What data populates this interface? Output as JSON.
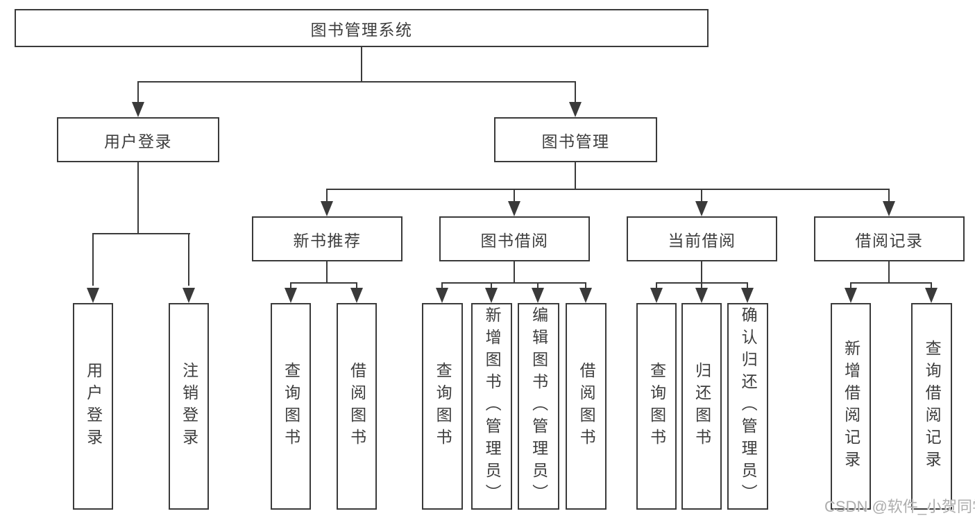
{
  "colors": {
    "line": "#3a3a3a",
    "text": "#3d3d3d",
    "bg": "#ffffff",
    "watermark": "#adadad"
  },
  "watermark": {
    "text": "CSDN @软件_小贺同学"
  },
  "tree": {
    "root": {
      "label": "图书管理系统",
      "children": [
        {
          "label": "用户登录",
          "children": [
            {
              "label": "用户登录"
            },
            {
              "label": "注销登录"
            }
          ]
        },
        {
          "label": "图书管理",
          "children": [
            {
              "label": "新书推荐",
              "children": [
                {
                  "label": "查询图书"
                },
                {
                  "label": "借阅图书"
                }
              ]
            },
            {
              "label": "图书借阅",
              "children": [
                {
                  "label": "查询图书"
                },
                {
                  "label": "新增图书（管理员）"
                },
                {
                  "label": "编辑图书（管理员）"
                },
                {
                  "label": "借阅图书"
                }
              ]
            },
            {
              "label": "当前借阅",
              "children": [
                {
                  "label": "查询图书"
                },
                {
                  "label": "归还图书"
                },
                {
                  "label": "确认归还（管理员）"
                }
              ]
            },
            {
              "label": "借阅记录",
              "children": [
                {
                  "label": "新增借阅记录"
                },
                {
                  "label": "查询借阅记录"
                }
              ]
            }
          ]
        }
      ]
    }
  }
}
